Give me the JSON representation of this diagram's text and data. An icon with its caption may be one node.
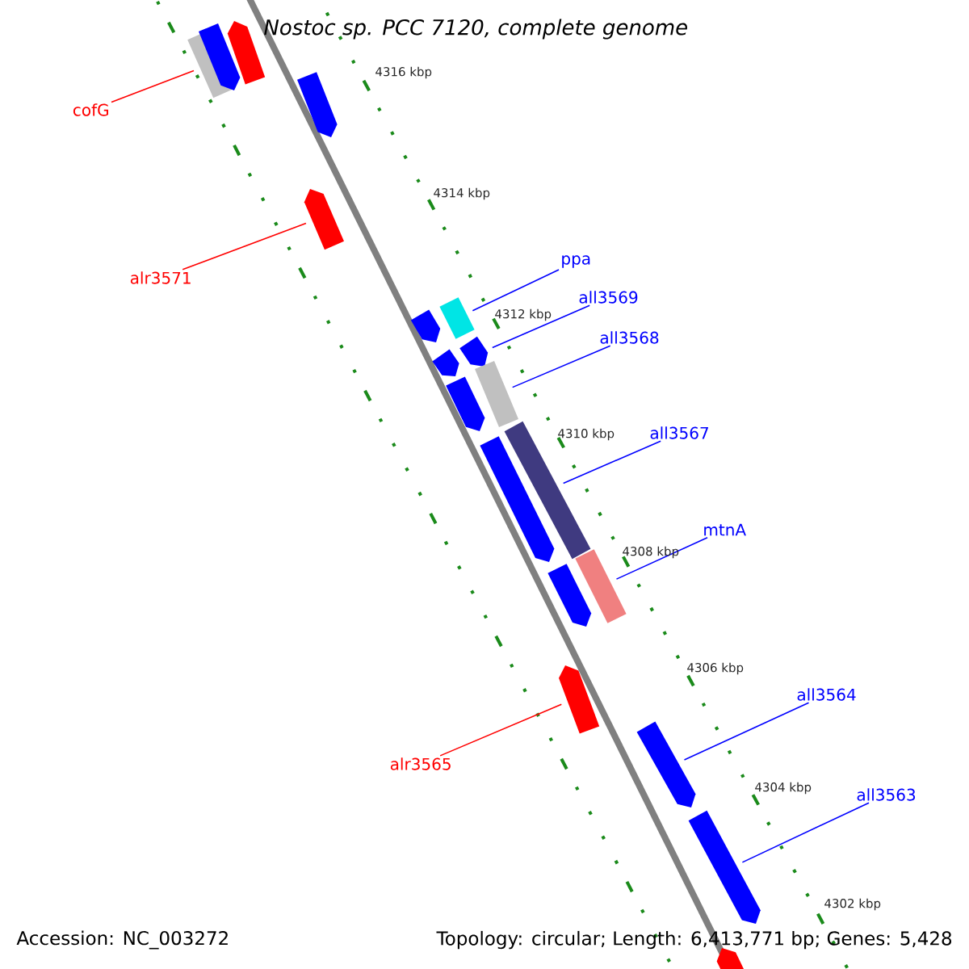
{
  "diagram": {
    "title": "Nostoc sp. PCC 7120, complete genome",
    "nodes": [
      {
        "text": [
          "cofG"
        ]
      },
      {
        "text": [],
        "shape": "bar"
      },
      {
        "text": [
          "alr3571"
        ]
      },
      {
        "text": [],
        "shape": "bar"
      },
      {
        "text": [
          "ppa"
        ]
      },
      {
        "text": [],
        "shape": "bar"
      },
      {
        "text": [
          "all3569"
        ]
      },
      {
        "text": [],
        "shape": "bar"
      },
      {
        "text": [
          "all3568"
        ]
      },
      {
        "text": [],
        "shape": "bar"
      },
      {
        "text": [
          "all3567"
        ]
      },
      {
        "text": [],
        "shape": "bar"
      },
      {
        "text": [
          "mtnA"
        ]
      },
      {
        "text": [],
        "shape": "bar"
      },
      {
        "text": [
          "all3564"
        ]
      },
      {
        "text": [],
        "shape": "bar"
      },
      {
        "text": [
          "alr3565"
        ]
      },
      {
        "text": [],
        "shape": "bar"
      },
      {
        "text": [
          "all3563"
        ]
      },
      {
        "text": [],
        "shape": "bar"
      },
      {
        "text": [],
        "shape": "bar"
      },
      {
        "text": [],
        "shape": "bar"
      },
      {
        "text": [],
        "shape": "bar"
      },
      {
        "text": [],
        "shape": "bar"
      },
      {
        "text": [],
        "shape": "bar"
      },
      {
        "text": [],
        "shape": "bar"
      },
      {
        "text": [],
        "shape": "bar"
      },
      {
        "text": [],
        "shape": "bar"
      },
      {
        "text": [],
        "shape": "bar"
      }
    ],
    "edges": [
      {
        "from": 0,
        "to": 1,
        "arrow": "none",
        "color": "#ff0000"
      },
      {
        "from": 2,
        "to": 3,
        "arrow": "none",
        "color": "#ff0000"
      },
      {
        "from": 4,
        "to": 5,
        "arrow": "none"
      },
      {
        "from": 6,
        "to": 7,
        "arrow": "none"
      },
      {
        "from": 8,
        "to": 9,
        "arrow": "none"
      },
      {
        "from": 10,
        "to": 11,
        "arrow": "none"
      },
      {
        "from": 12,
        "to": 13,
        "arrow": "none"
      },
      {
        "from": 14,
        "to": 15,
        "arrow": "none"
      },
      {
        "from": 16,
        "to": 17,
        "arrow": "none",
        "color": "#ff0000"
      },
      {
        "from": 18,
        "to": 19,
        "arrow": "none"
      }
    ],
    "labels": [
      "4316 kbp",
      "4314 kbp",
      "4312 kbp",
      "4310 kbp",
      "4308 kbp",
      "4306 kbp",
      "4304 kbp",
      "4302 kbp",
      "Accession: NC_003272",
      "Topology: circular; Length: 6,413,771 bp; Genes: 5,428"
    ]
  }
}
